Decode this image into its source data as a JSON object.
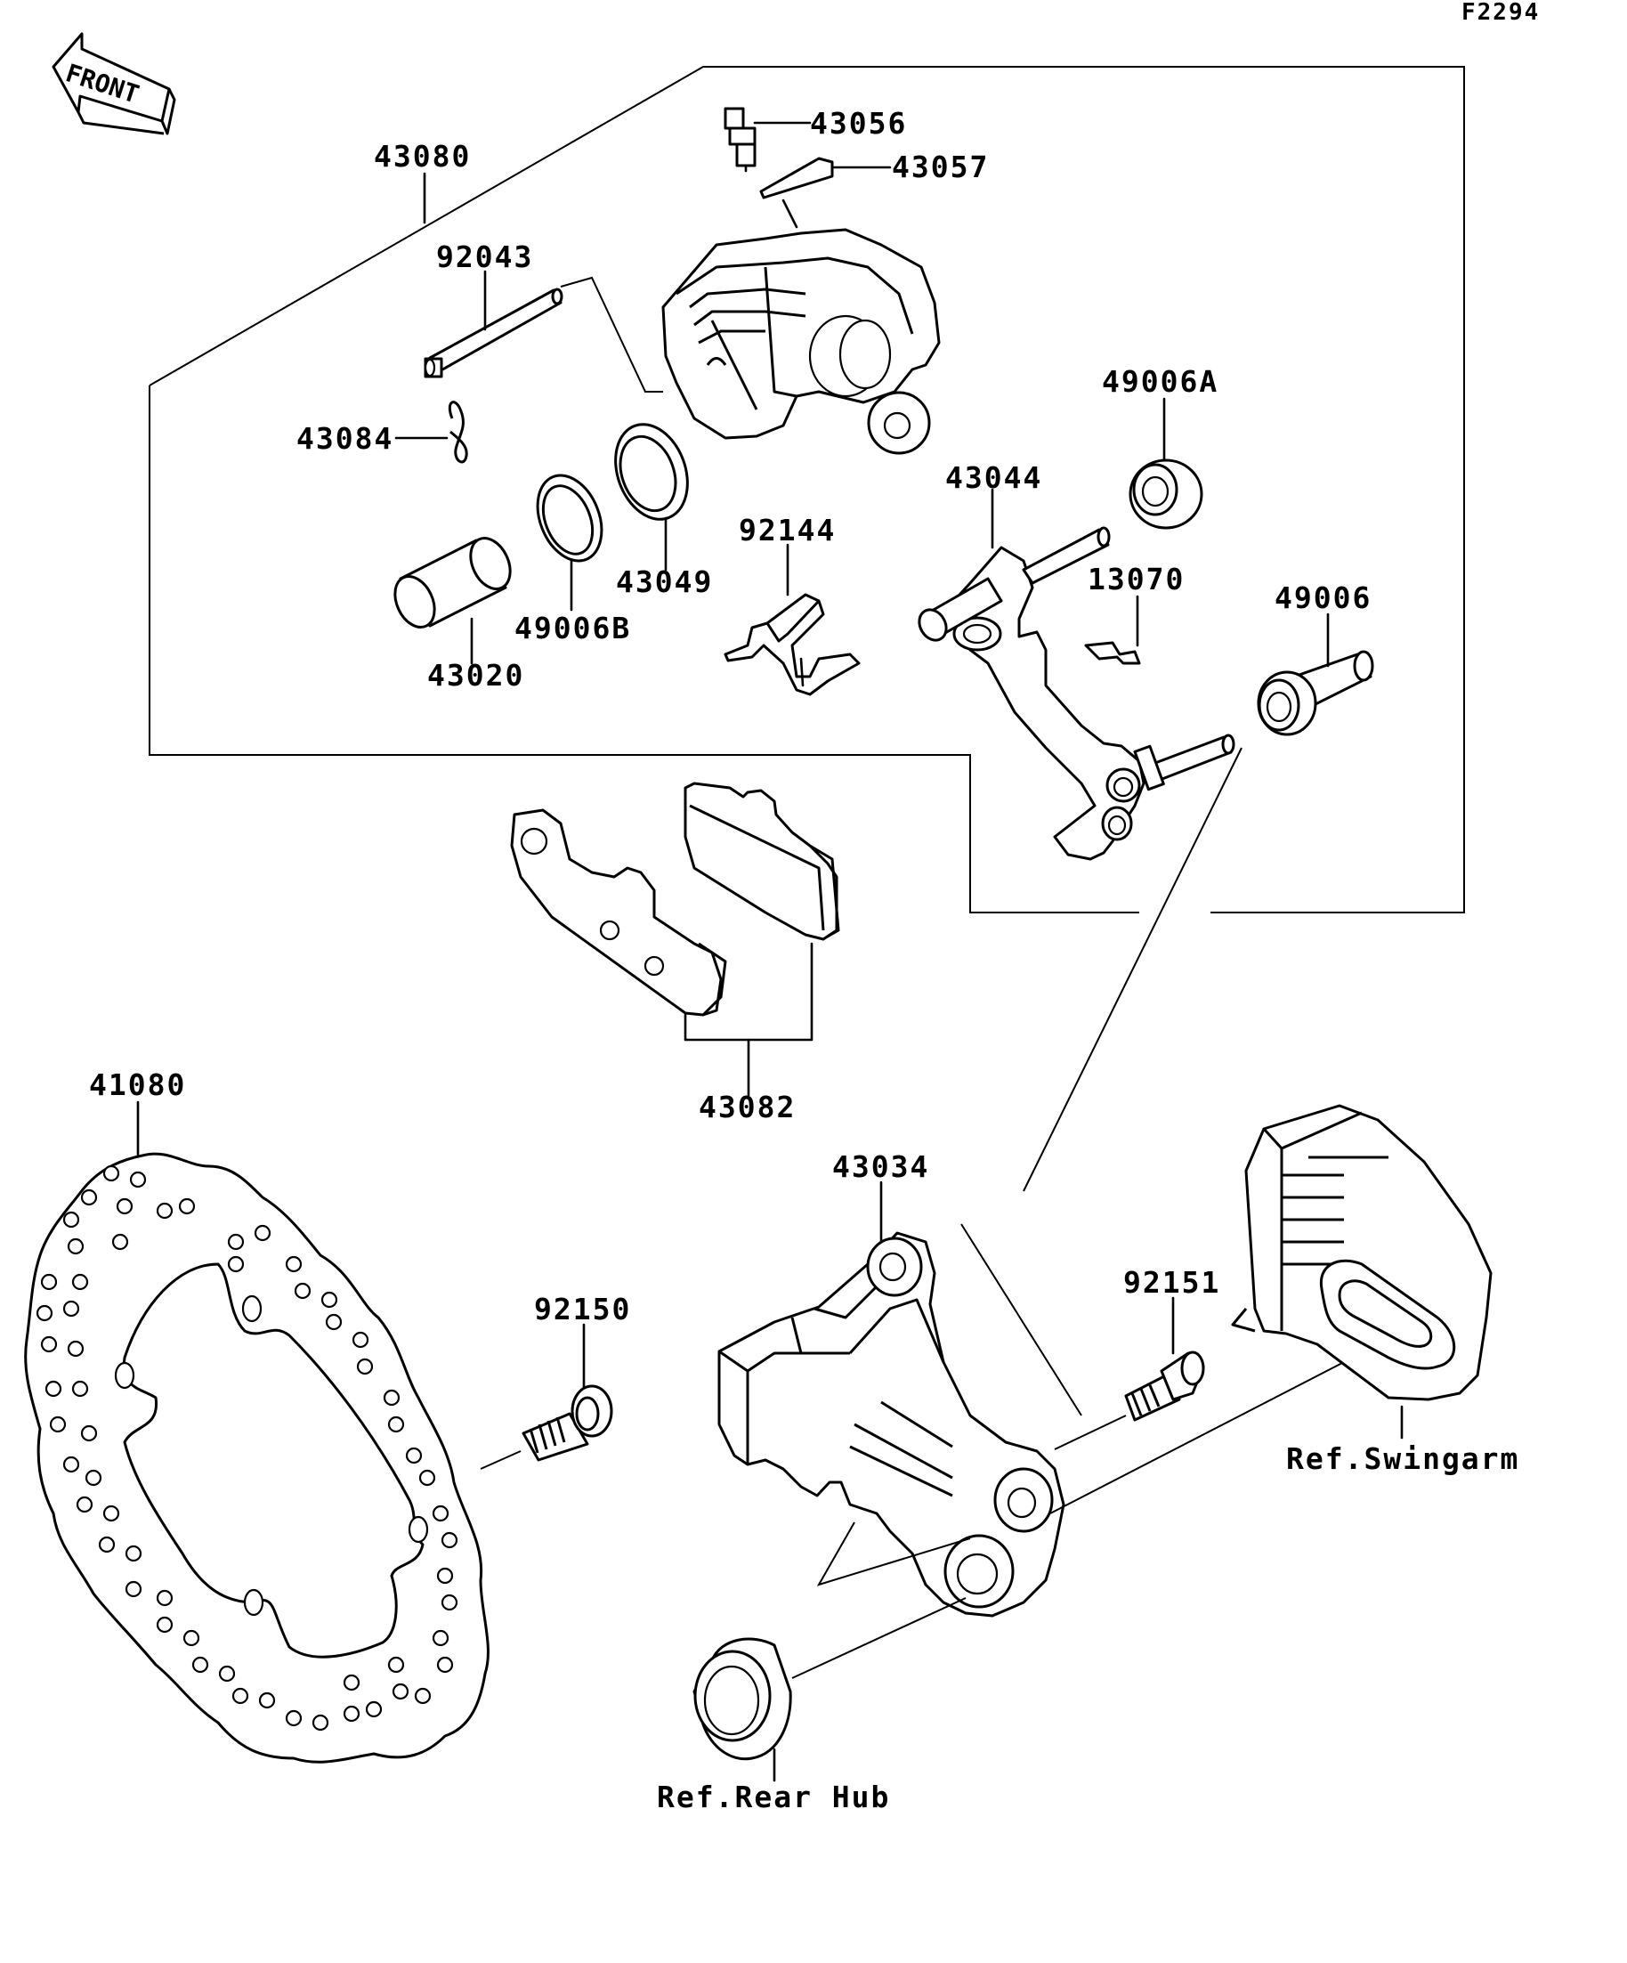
{
  "diagram_code": "F2294",
  "front_label": "FRONT",
  "parts": [
    {
      "id": "43056",
      "label": "43056"
    },
    {
      "id": "43057",
      "label": "43057"
    },
    {
      "id": "43080",
      "label": "43080"
    },
    {
      "id": "92043",
      "label": "92043"
    },
    {
      "id": "43084",
      "label": "43084"
    },
    {
      "id": "49006A",
      "label": "49006A"
    },
    {
      "id": "43044",
      "label": "43044"
    },
    {
      "id": "92144",
      "label": "92144"
    },
    {
      "id": "43049",
      "label": "43049"
    },
    {
      "id": "13070",
      "label": "13070"
    },
    {
      "id": "49006",
      "label": "49006"
    },
    {
      "id": "49006B",
      "label": "49006B"
    },
    {
      "id": "43020",
      "label": "43020"
    },
    {
      "id": "43082",
      "label": "43082"
    },
    {
      "id": "41080",
      "label": "41080"
    },
    {
      "id": "43034",
      "label": "43034"
    },
    {
      "id": "92150",
      "label": "92150"
    },
    {
      "id": "92151",
      "label": "92151"
    }
  ],
  "references": {
    "swingarm": "Ref.Swingarm",
    "rear_hub": "Ref.Rear Hub"
  }
}
